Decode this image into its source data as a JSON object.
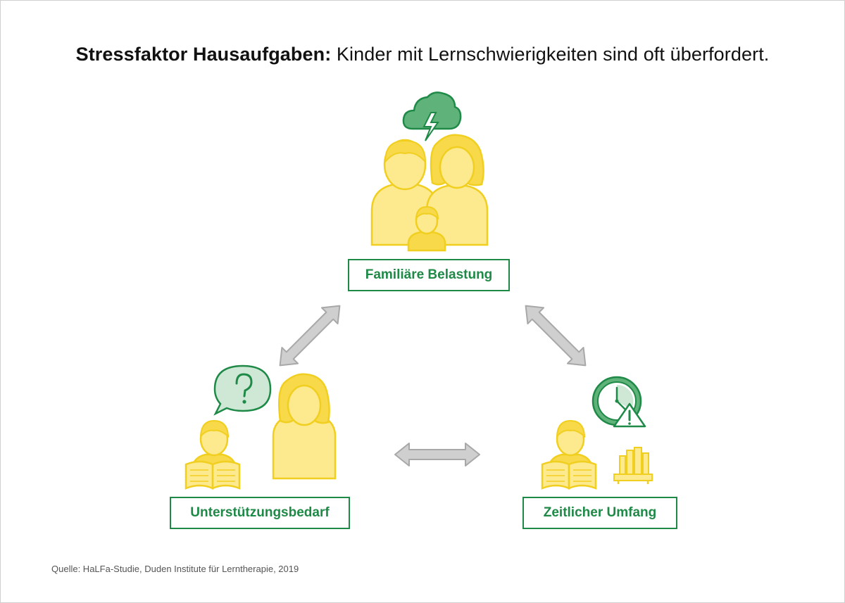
{
  "title": {
    "bold": "Stressfaktor Hausaufgaben:",
    "rest": " Kinder mit Lernschwierigkeiten sind oft überfordert."
  },
  "nodes": {
    "top": {
      "label": "Familiäre Belastung"
    },
    "left": {
      "label": "Unterstützungsbedarf"
    },
    "right": {
      "label": "Zeitlicher Umfang"
    }
  },
  "source": "Quelle: HaLFa-Studie, Duden Institute für Lerntherapie, 2019",
  "colors": {
    "green": "#1f8a47",
    "green_fill": "#5fb27a",
    "yellow_fill": "#fde98e",
    "yellow_stroke": "#f1cf20",
    "arrow_fill": "#cfcfcf",
    "arrow_stroke": "#a8a8a8"
  }
}
